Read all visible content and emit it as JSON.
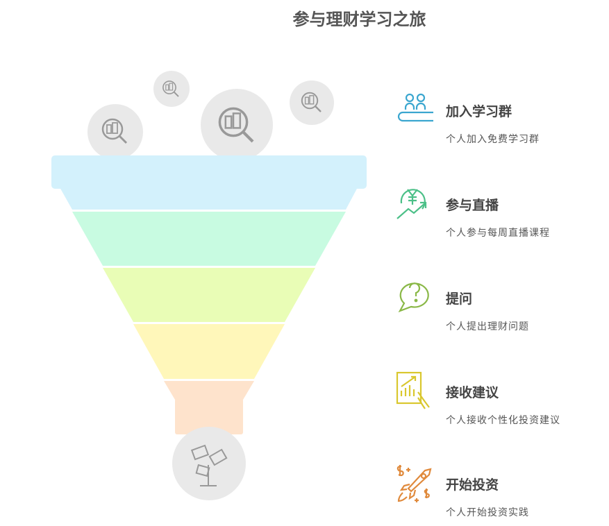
{
  "title": "参与理财学习之旅",
  "steps": [
    {
      "title": "加入学习群",
      "desc": "个人加入免费学习群",
      "icon": "people-on-bar-icon",
      "color": "#3aa6cf"
    },
    {
      "title": "参与直播",
      "desc": "个人参与每周直播课程",
      "icon": "yuan-growth-icon",
      "color": "#4cc088"
    },
    {
      "title": "提问",
      "desc": "个人提出理财问题",
      "icon": "question-bubble-icon",
      "color": "#8ab847"
    },
    {
      "title": "接收建议",
      "desc": "个人接收个性化投资建议",
      "icon": "chart-tablet-icon",
      "color": "#d9c72e"
    },
    {
      "title": "开始投资",
      "desc": "个人开始投资实践",
      "icon": "rocket-icon",
      "color": "#e08a3c"
    }
  ],
  "funnel_colors": [
    "#d3f1fc",
    "#c8fbe1",
    "#e9fdb6",
    "#fff7ba",
    "#fee3cc"
  ]
}
